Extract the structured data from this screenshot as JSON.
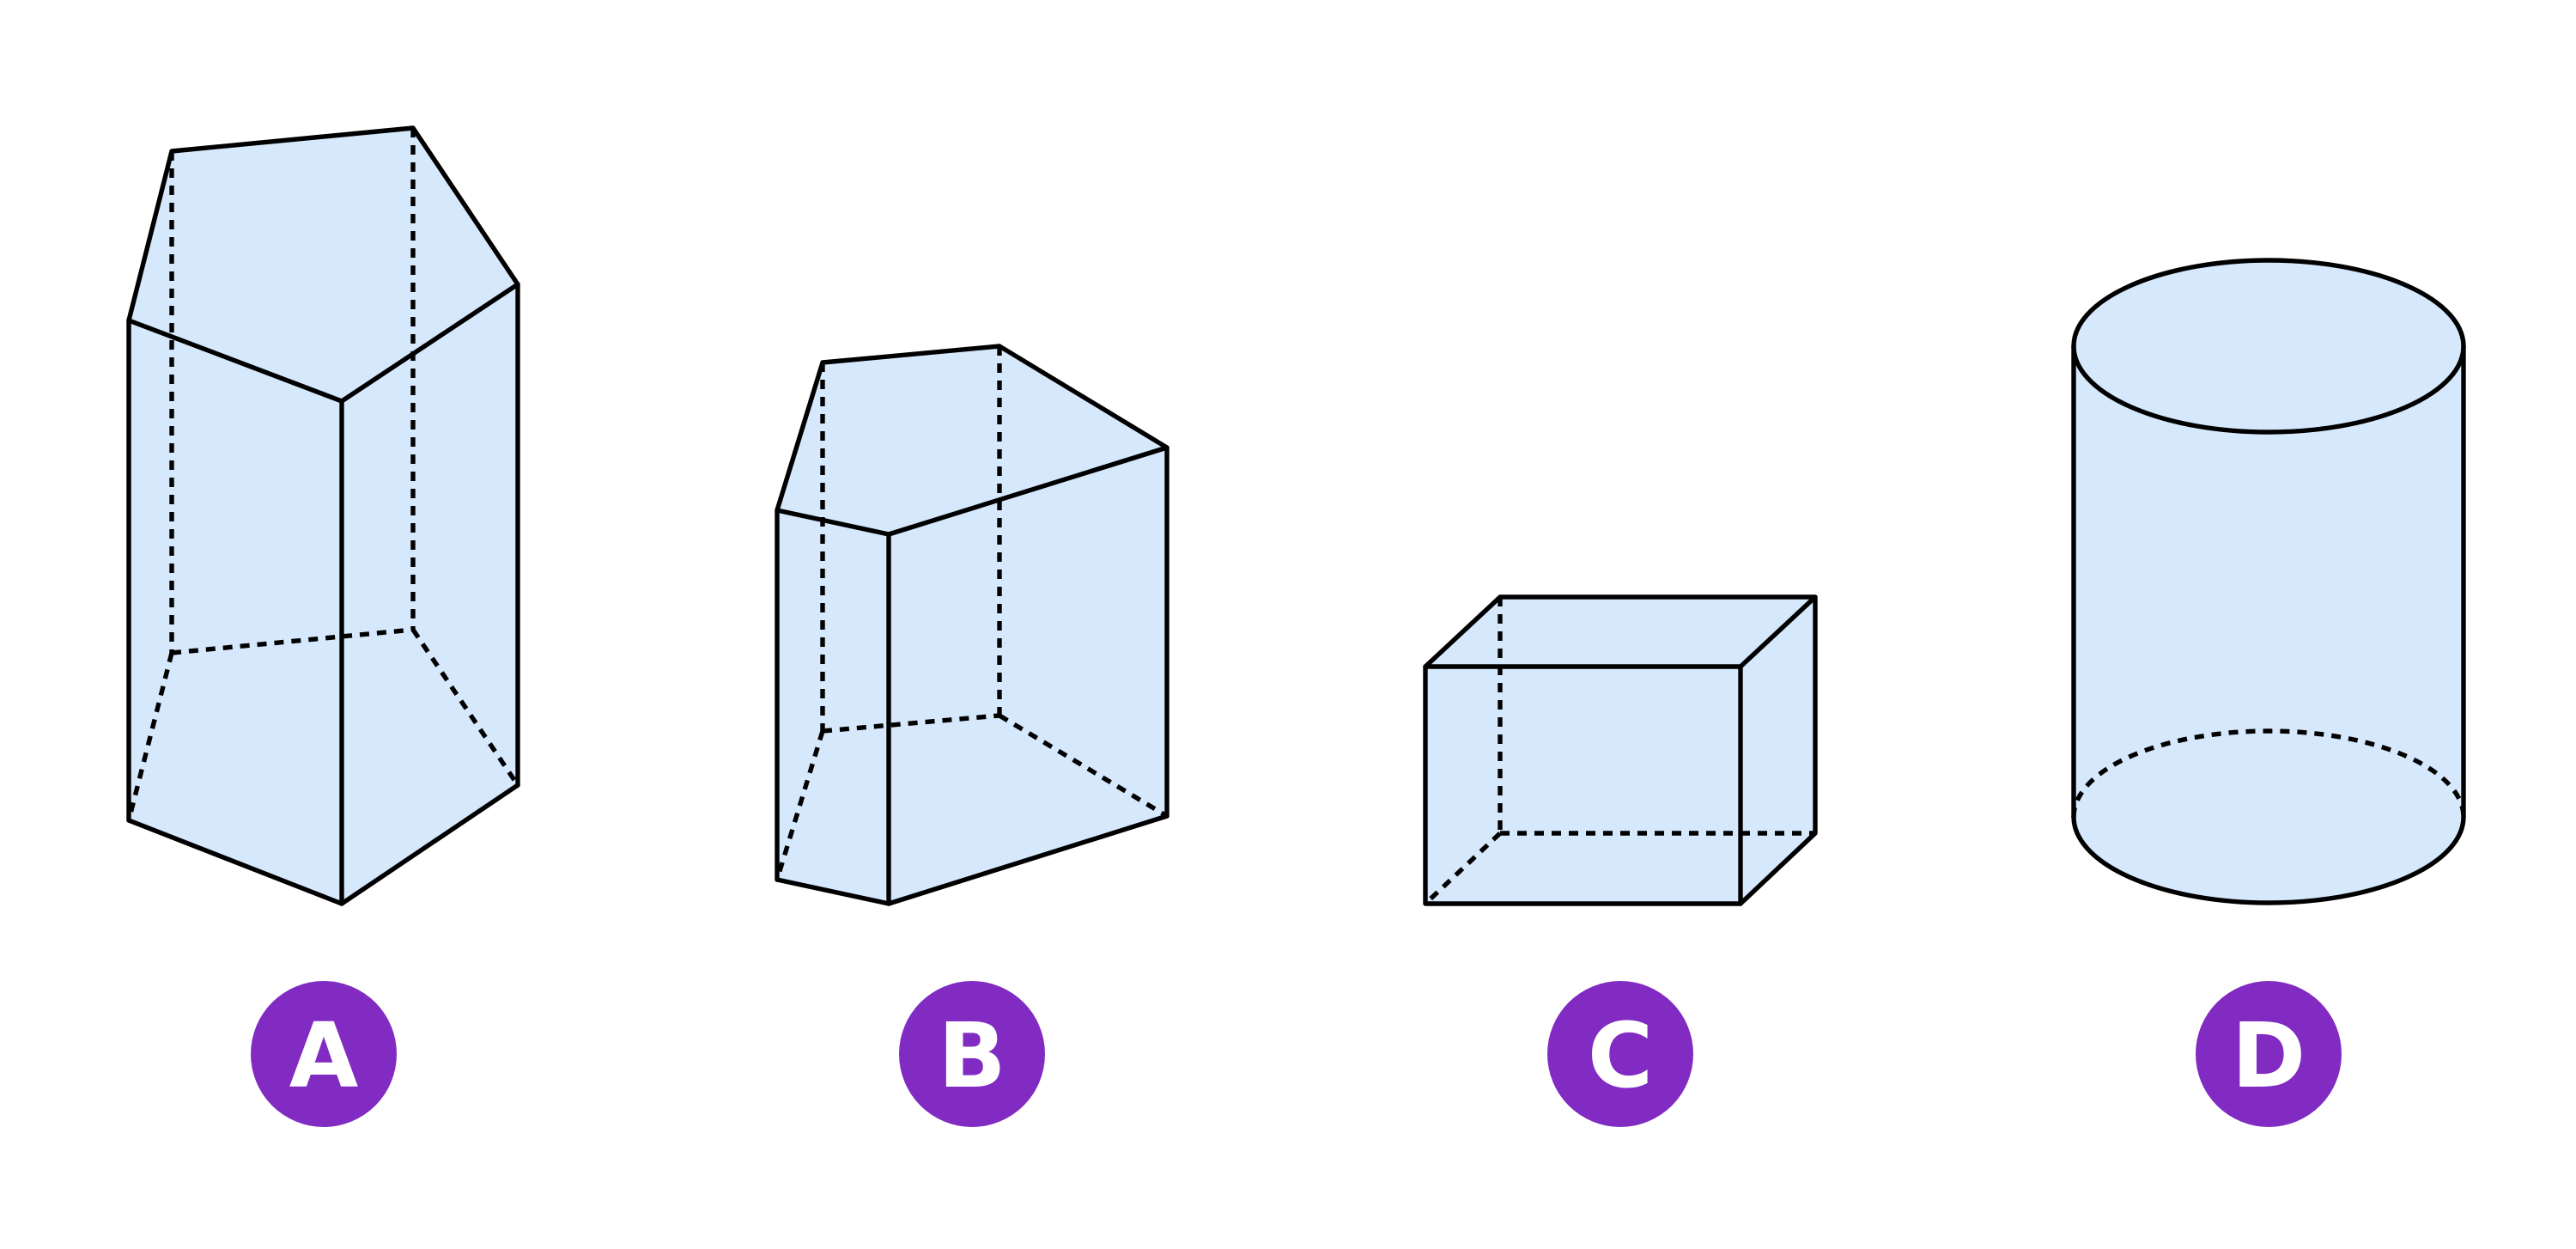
{
  "colors": {
    "face_fill": "#d6e8fc",
    "edge": "#000000",
    "badge_fill": "#812bc3",
    "badge_text": "#ffffff"
  },
  "shapes": [
    {
      "id": "a",
      "label": "A",
      "kind": "pentagonal-prism"
    },
    {
      "id": "b",
      "label": "B",
      "kind": "pentagonal-prism"
    },
    {
      "id": "c",
      "label": "C",
      "kind": "rectangular-prism"
    },
    {
      "id": "d",
      "label": "D",
      "kind": "cylinder"
    }
  ]
}
